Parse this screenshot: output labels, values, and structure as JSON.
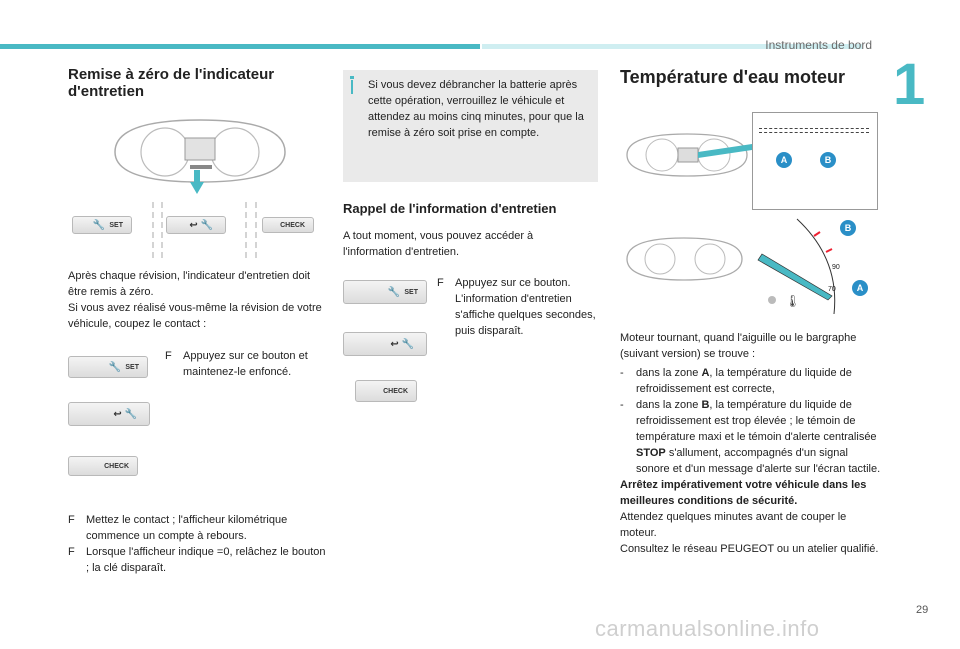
{
  "header": {
    "section": "Instruments de bord",
    "chapter": "1",
    "page_number": "29"
  },
  "watermark": "carmanualsonline.info",
  "left": {
    "title": "Remise à zéro de l'indicateur d'entretien",
    "buttons": {
      "set": "SET",
      "check": "CHECK"
    },
    "intro": [
      "Après chaque révision, l'indicateur d'entretien doit être remis à zéro.",
      "Si vous avez réalisé vous-même la révision de votre véhicule, coupez le contact :"
    ],
    "step1": "Appuyez sur ce bouton et maintenez-le enfoncé.",
    "step2": "Mettez le contact ; l'afficheur kilométrique commence un compte à rebours.",
    "step3": "Lorsque l'afficheur indique =0, relâchez le bouton ; la clé disparaît.",
    "bullet": "F"
  },
  "middle": {
    "note": "Si vous devez débrancher la batterie après cette opération, verrouillez le véhicule et attendez au moins cinq minutes, pour que la remise à zéro soit prise en compte.",
    "title": "Rappel de l'information d'entretien",
    "intro": "A tout moment, vous pouvez accéder à l'information d'entretien.",
    "step": "Appuyez sur ce bouton. L'information d'entretien s'affiche quelques secondes, puis disparaît."
  },
  "right": {
    "title": "Température d'eau moteur",
    "labels": {
      "a": "A",
      "b": "B",
      "g90": "90",
      "g70": "70"
    },
    "intro": "Moteur tournant, quand l'aiguille ou le bargraphe (suivant version) se trouve :",
    "zone_a_prefix": "dans la zone ",
    "zone_a_letter": "A",
    "zone_a_text": ", la température du liquide de refroidissement est correcte,",
    "zone_b_prefix": "dans la zone ",
    "zone_b_letter": "B",
    "zone_b_text1": ", la température du liquide de refroidissement est trop élevée ; le témoin de température maxi et le témoin d'alerte centralisée ",
    "zone_b_stop": "STOP",
    "zone_b_text2": " s'allument, accompagnés d'un signal sonore et d'un message d'alerte sur l'écran tactile.",
    "warning": "Arrêtez impérativement votre véhicule dans les meilleures conditions de sécurité.",
    "after1": "Attendez quelques minutes avant de couper le moteur.",
    "after2": "Consultez le réseau PEUGEOT ou un atelier qualifié.",
    "dash": "-"
  }
}
